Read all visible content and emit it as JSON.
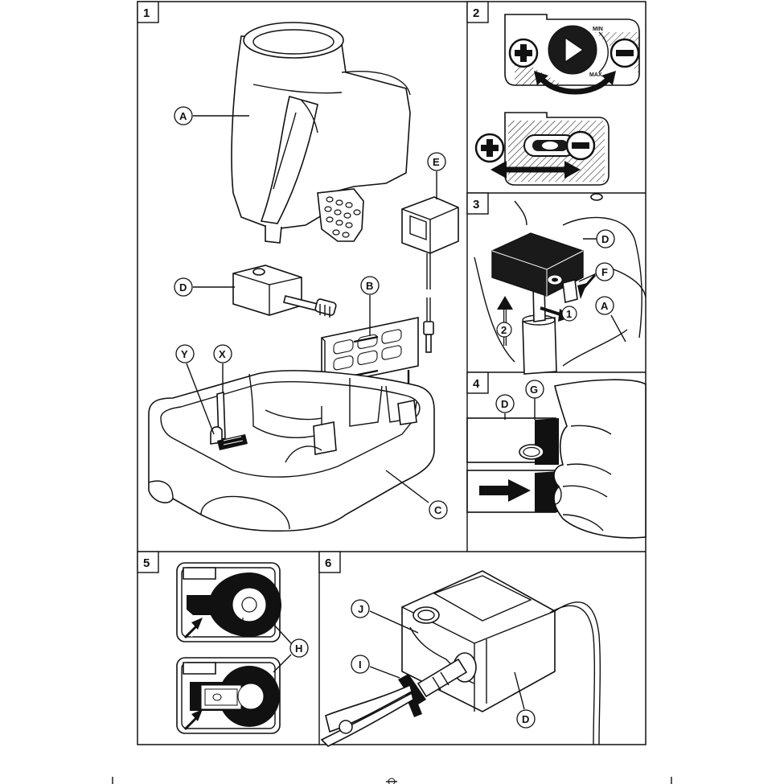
{
  "panels": [
    {
      "number": "1"
    },
    {
      "number": "2"
    },
    {
      "number": "3"
    },
    {
      "number": "4"
    },
    {
      "number": "5"
    },
    {
      "number": "6"
    }
  ],
  "callouts": {
    "A": "A",
    "B": "B",
    "C": "C",
    "D": "D",
    "E": "E",
    "F": "F",
    "G": "G",
    "H": "H",
    "I": "I",
    "J": "J",
    "X": "X",
    "Y": "Y"
  },
  "steps": {
    "one": "1",
    "two": "2"
  },
  "dial": {
    "min": "MIN",
    "max": "MAX"
  }
}
